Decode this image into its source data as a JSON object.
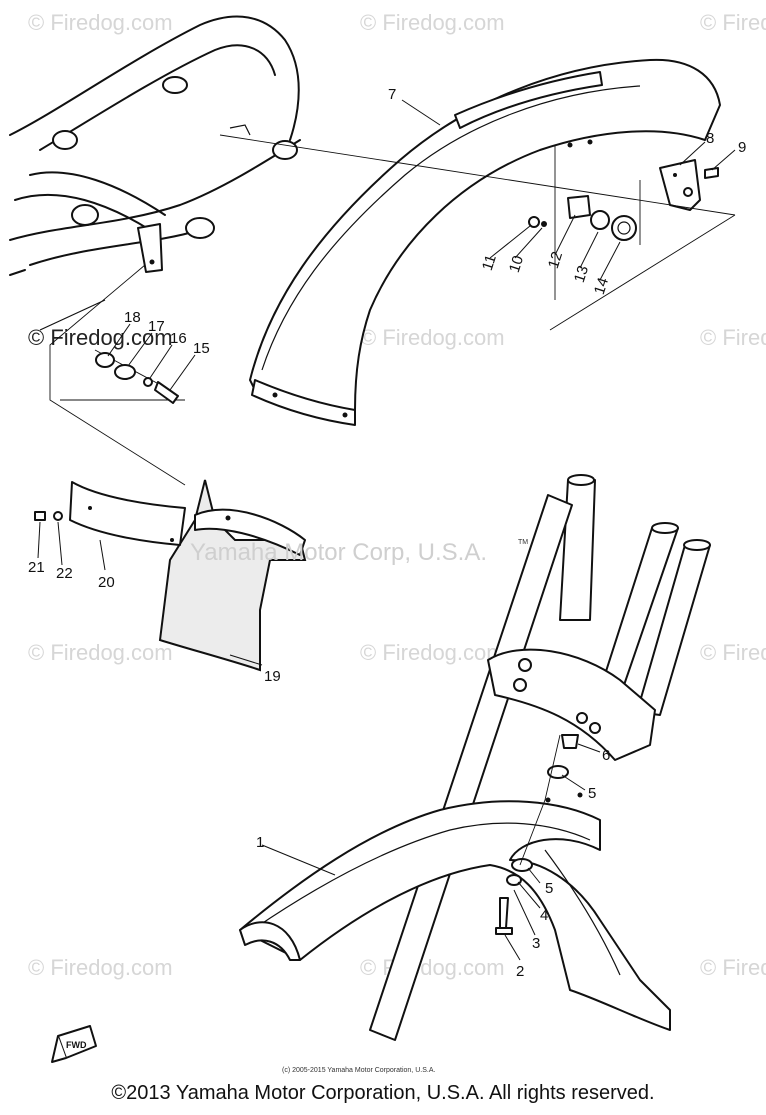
{
  "watermarks": {
    "site": "© Firedog.com",
    "center": "Yamaha Motor Corp, U.S.A.",
    "tm": "TM"
  },
  "parts": {
    "p1": "1",
    "p2": "2",
    "p3": "3",
    "p4": "4",
    "p5a": "5",
    "p5b": "5",
    "p6": "6",
    "p7": "7",
    "p8": "8",
    "p9": "9",
    "p10": "10",
    "p11": "11",
    "p12": "12",
    "p13": "13",
    "p14": "14",
    "p15": "15",
    "p16": "16",
    "p17": "17",
    "p18": "18",
    "p19": "19",
    "p20": "20",
    "p21": "21",
    "p22": "22"
  },
  "fwd_label": "FWD",
  "small_copyright": "(c) 2005-2015 Yamaha Motor Corporation, U.S.A.",
  "copyright": "©2013 Yamaha Motor Corporation, U.S.A. All rights reserved."
}
